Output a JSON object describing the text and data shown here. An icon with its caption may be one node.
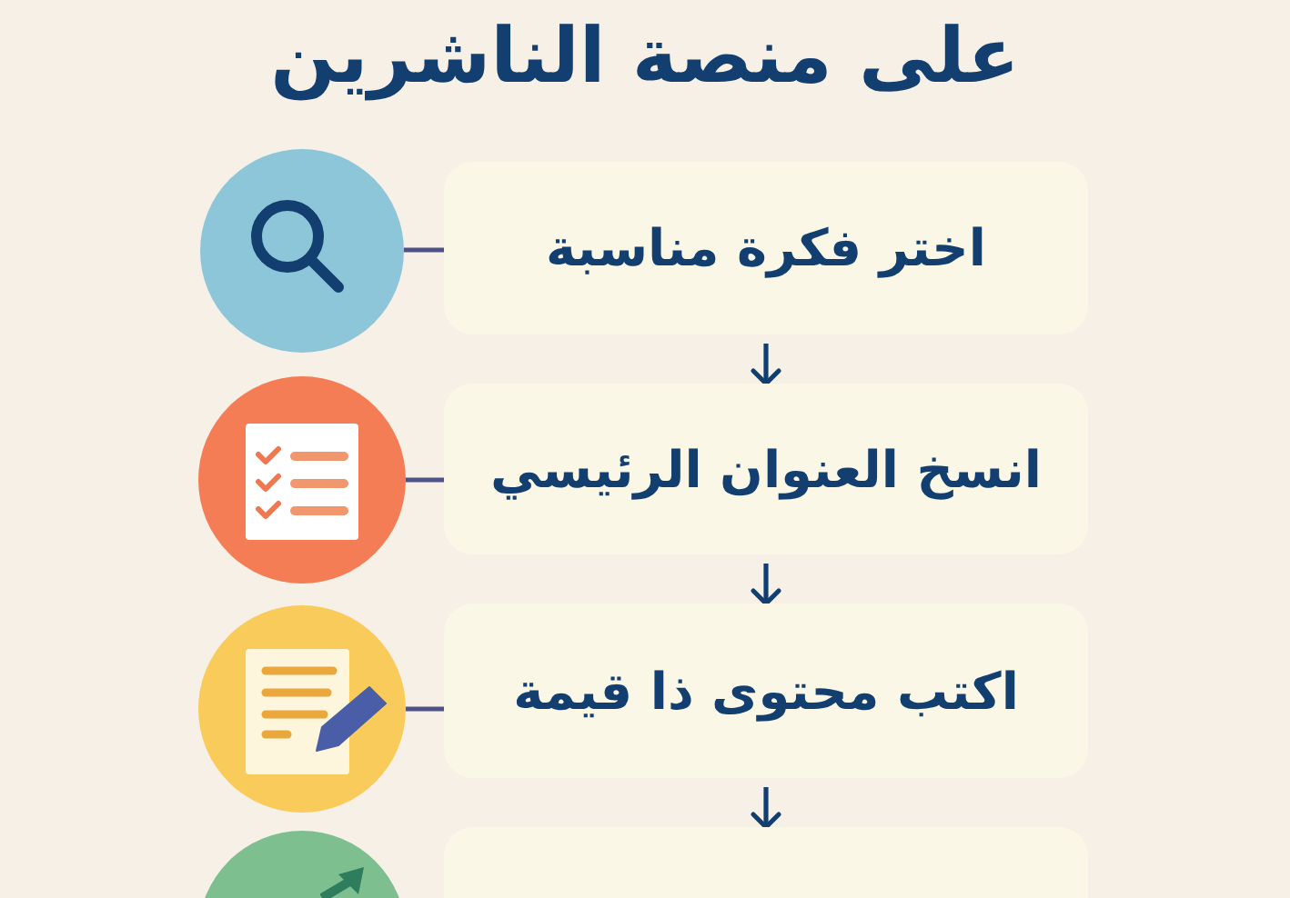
{
  "diagram": {
    "title": "على منصة الناشرين",
    "nodes": [
      {
        "text": [
          "اختر فكرة مناسبة"
        ]
      },
      {
        "text": [],
        "shape": "circle"
      },
      {
        "text": [
          "انسخ العنوان الرئيسي"
        ]
      },
      {
        "text": [],
        "shape": "circle"
      },
      {
        "text": [
          "اكتب محتوى ذا قيمة"
        ]
      },
      {
        "text": [],
        "shape": "circle"
      },
      {
        "text": [],
        "shape": "box"
      },
      {
        "text": [],
        "shape": "circle"
      }
    ],
    "edges": [
      {
        "from": 1,
        "to": 0,
        "arrow": "none",
        "color": "#4f5285"
      },
      {
        "from": 0,
        "to": 2,
        "arrow": "to"
      },
      {
        "from": 3,
        "to": 2,
        "arrow": "none",
        "color": "#4f5285"
      },
      {
        "from": 2,
        "to": 4,
        "arrow": "to"
      },
      {
        "from": 5,
        "to": 4,
        "arrow": "none",
        "color": "#4f5285"
      },
      {
        "from": 4,
        "to": 6,
        "arrow": "to"
      }
    ]
  }
}
